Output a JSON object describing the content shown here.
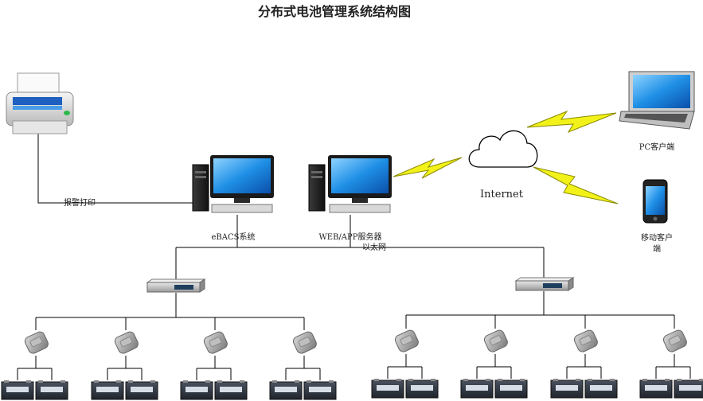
{
  "title": "分布式电池管理系统结构图",
  "labels": {
    "print_alarm": "报警打印",
    "ebacs": "eBACS系统",
    "web_app": "WEB/APP服务器",
    "ethernet": "以太网",
    "internet": "Internet",
    "pc_client": "PC客户端",
    "mobile_client_line1": "移动客户",
    "mobile_client_line2": "端"
  },
  "colors": {
    "line": "#000000",
    "lightning_fill": "#f2f21a",
    "lightning_stroke": "#8a8a00",
    "screen": "#1f8fe6",
    "battery_body": "#2d3440"
  },
  "nodes": {
    "printer": "printer-icon",
    "workstation": "desktop-computer-icon",
    "server": "desktop-computer-icon",
    "cloud": "cloud-icon",
    "laptop": "laptop-icon",
    "phone": "smartphone-icon",
    "controller": "rack-controller-icon",
    "collector": "sensor-module-icon",
    "battery": "battery-icon"
  },
  "topology": {
    "controllers": 2,
    "collectors_per_controller": 4,
    "batteries_per_collector": 2
  }
}
